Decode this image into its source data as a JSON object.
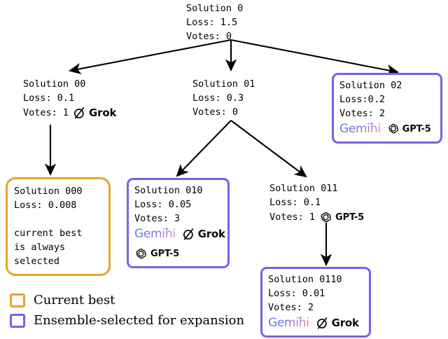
{
  "nodes": {
    "root": {
      "title": "Solution 0",
      "loss": "Loss: 1.5",
      "votes": "Votes: 0"
    },
    "n00": {
      "title": "Solution 00",
      "loss": "Loss: 0.1",
      "votes": "Votes: 1"
    },
    "n01": {
      "title": "Solution 01",
      "loss": "Loss: 0.3",
      "votes": "Votes: 0"
    },
    "n02": {
      "title": "Solution 02",
      "loss": "Loss:0.2",
      "votes": "Votes: 2"
    },
    "n000": {
      "title": "Solution 000",
      "loss": "Loss: 0.008",
      "note1": "current best",
      "note2": "is always",
      "note3": "selected"
    },
    "n010": {
      "title": "Solution 010",
      "loss": "Loss: 0.05",
      "votes": "Votes: 3"
    },
    "n011": {
      "title": "Solution 011",
      "loss": "Loss: 0.1",
      "votes": "Votes: 1"
    },
    "n0110": {
      "title": "Solution 0110",
      "loss": "Loss: 0.01",
      "votes": "Votes: 2"
    }
  },
  "brands": {
    "gemini": "Gemini",
    "grok": "Grok",
    "gpt": "GPT-5"
  },
  "legend": {
    "items": [
      {
        "label": "Current best",
        "color": "#E8A429",
        "icon": "orange-square-icon"
      },
      {
        "label": "Ensemble-selected for expansion",
        "color": "#7B5FE8",
        "icon": "purple-square-icon"
      }
    ]
  },
  "colors": {
    "current_best": "#E8A429",
    "ensemble_selected": "#7B5FE8",
    "edge": "#000000"
  }
}
